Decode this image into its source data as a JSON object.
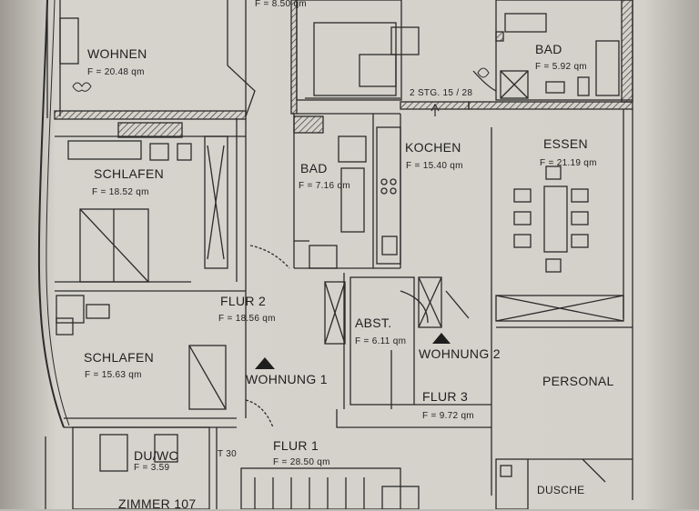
{
  "rooms": {
    "top_area": "F = 8.50 qm",
    "wohnen": {
      "name": "WOHNEN",
      "area": "F = 20.48 qm"
    },
    "bad_top": {
      "name": "BAD",
      "area": "F = 5.92 qm"
    },
    "stair_note": "2 STG. 15 / 28",
    "schlafen1": {
      "name": "SCHLAFEN",
      "area": "F = 18.52 qm"
    },
    "bad_mid": {
      "name": "BAD",
      "area": "F = 7.16 qm"
    },
    "kochen": {
      "name": "KOCHEN",
      "area": "F = 15.40 qm"
    },
    "essen": {
      "name": "ESSEN",
      "area": "F = 21.19 qm"
    },
    "flur2": {
      "name": "FLUR 2",
      "area": "F = 18.56 qm"
    },
    "abst": {
      "name": "ABST.",
      "area": "F = 6.11 qm"
    },
    "wohnung2": "WOHNUNG 2",
    "schlafen2": {
      "name": "SCHLAFEN",
      "area": "F = 15.63 qm"
    },
    "wohnung1": "WOHNUNG 1",
    "personal": "PERSONAL",
    "flur3": {
      "name": "FLUR 3",
      "area": "F = 9.72 qm"
    },
    "duwc": {
      "name": "DU/WC",
      "area": "F = 3.59"
    },
    "t30": "T 30",
    "flur1": {
      "name": "FLUR 1",
      "area": "F = 28.50 qm"
    },
    "dusche": "DUSCHE",
    "zimmer": "ZIMMER 107"
  },
  "colors": {
    "paper": "#d8d5cf",
    "ink": "#2a2a2a",
    "hatch": "#8a8780"
  }
}
